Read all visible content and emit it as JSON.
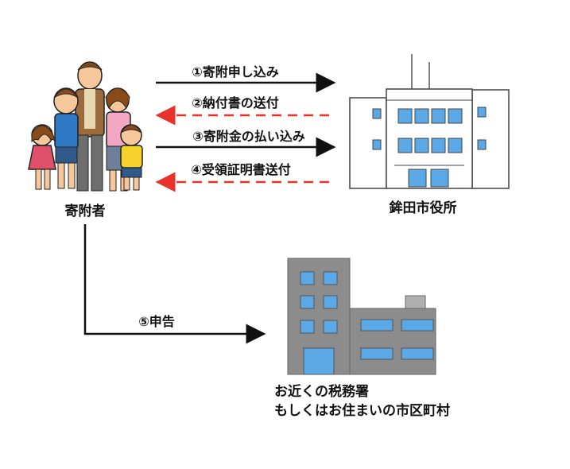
{
  "donor": {
    "label": "寄附者"
  },
  "city_office": {
    "label": "鉾田市役所"
  },
  "tax_office": {
    "label_line1": "お近くの税務署",
    "label_line2": "もしくはお住まいの市区町村"
  },
  "flows": [
    {
      "label": "①寄附申し込み",
      "direction": "to-city",
      "style": "solid"
    },
    {
      "label": "②納付書の送付",
      "direction": "to-donor",
      "style": "dashed"
    },
    {
      "label": "③寄附金の払い込み",
      "direction": "to-city",
      "style": "solid"
    },
    {
      "label": "④受領証明書送付",
      "direction": "to-donor",
      "style": "dashed"
    },
    {
      "label": "⑤申告",
      "direction": "to-tax-office",
      "style": "solid"
    }
  ],
  "colors": {
    "solid_arrow": "#111111",
    "dashed_arrow": "#e8332a",
    "window_blue": "#5aa9e6",
    "building_gray": "#8c8c8c",
    "building_light": "#ffffff"
  }
}
